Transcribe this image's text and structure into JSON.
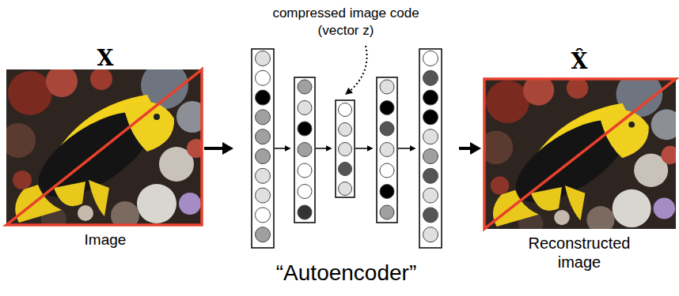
{
  "diagram": {
    "nodes": [
      {
        "text": [
          "X",
          "Image"
        ]
      },
      {
        "text": [
          "“Autoencoder”"
        ]
      },
      {
        "text": [
          "X̂",
          "Reconstructed image"
        ]
      }
    ],
    "edges": [
      {
        "from": 0,
        "to": 1,
        "arrow": "to"
      },
      {
        "from": 1,
        "to": 2,
        "arrow": "to"
      }
    ],
    "labels": [
      "compressed image code (vector z)"
    ]
  }
}
